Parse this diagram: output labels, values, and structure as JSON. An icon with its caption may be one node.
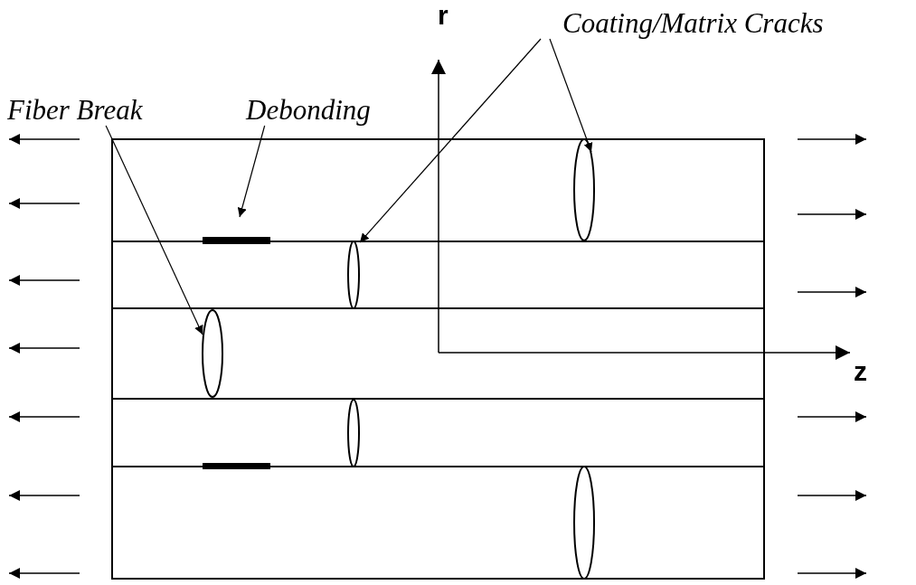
{
  "diagram": {
    "nodes": [
      {
        "text": [
          "Fiber Break"
        ]
      },
      {
        "text": [
          "Debonding"
        ]
      },
      {
        "text": [
          "Coating/Matrix Cracks"
        ]
      },
      {
        "text": [],
        "shape": "ellipse"
      },
      {
        "text": [],
        "shape": "bar"
      },
      {
        "text": [],
        "shape": "ellipse"
      },
      {
        "text": [],
        "shape": "ellipse"
      }
    ],
    "edges": [
      {
        "from": 0,
        "to": 3,
        "arrow": "to"
      },
      {
        "from": 1,
        "to": 4,
        "arrow": "to"
      },
      {
        "from": 2,
        "to": 5,
        "arrow": "to"
      },
      {
        "from": 2,
        "to": 6,
        "arrow": "to"
      }
    ],
    "labels": [
      "r",
      "z"
    ]
  }
}
